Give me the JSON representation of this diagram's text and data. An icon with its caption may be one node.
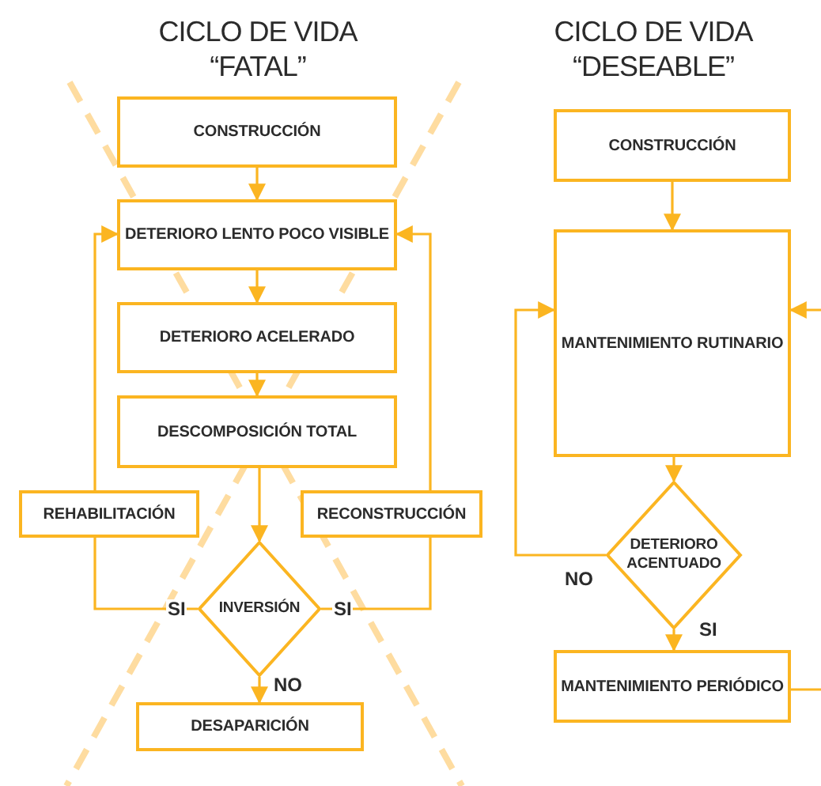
{
  "diagram": {
    "nodes": [
      {
        "text": [
          "CONSTRUCCIÓN"
        ]
      },
      {
        "text": [
          "DETERIORO LENTO POCO VISIBLE"
        ]
      },
      {
        "text": [
          "DETERIORO ACELERADO"
        ]
      },
      {
        "text": [
          "DESCOMPOSICIÓN TOTAL"
        ]
      },
      {
        "text": [
          "REHABILITACIÓN"
        ]
      },
      {
        "text": [
          "RECONSTRUCCIÓN"
        ]
      },
      {
        "text": [
          "INVERSIÓN"
        ]
      },
      {
        "text": [
          "DESAPARICIÓN"
        ]
      },
      {
        "text": [
          "CONSTRUCCIÓN"
        ]
      },
      {
        "text": [
          "MANTENIMIENTO RUTINARIO"
        ]
      },
      {
        "text": [
          "DETERIORO ACENTUADO"
        ]
      },
      {
        "text": [
          "MANTENIMIENTO PERIÓDICO"
        ]
      }
    ],
    "edges": [
      {
        "from": 0,
        "to": 1,
        "arrow": "to"
      },
      {
        "from": 1,
        "to": 2,
        "arrow": "to"
      },
      {
        "from": 2,
        "to": 3,
        "arrow": "to"
      },
      {
        "from": 3,
        "to": 6,
        "arrow": "to"
      },
      {
        "from": 6,
        "to": 4,
        "arrow": "none",
        "label": "SI"
      },
      {
        "from": 4,
        "to": 1,
        "arrow": "to"
      },
      {
        "from": 6,
        "to": 5,
        "arrow": "none",
        "label": "SI"
      },
      {
        "from": 5,
        "to": 1,
        "arrow": "to"
      },
      {
        "from": 6,
        "to": 7,
        "arrow": "to",
        "label": "NO"
      },
      {
        "from": 8,
        "to": 9,
        "arrow": "to"
      },
      {
        "from": 9,
        "to": 10,
        "arrow": "to"
      },
      {
        "from": 10,
        "to": 9,
        "arrow": "to",
        "label": "NO"
      },
      {
        "from": 10,
        "to": 11,
        "arrow": "to",
        "label": "SI"
      },
      {
        "from": 11,
        "to": null,
        "arrow": "none"
      },
      {
        "from": null,
        "to": 9,
        "arrow": "to"
      }
    ],
    "labels": [
      "CICLO DE VIDA “FATAL”",
      "CICLO DE VIDA “DESEABLE”"
    ]
  }
}
